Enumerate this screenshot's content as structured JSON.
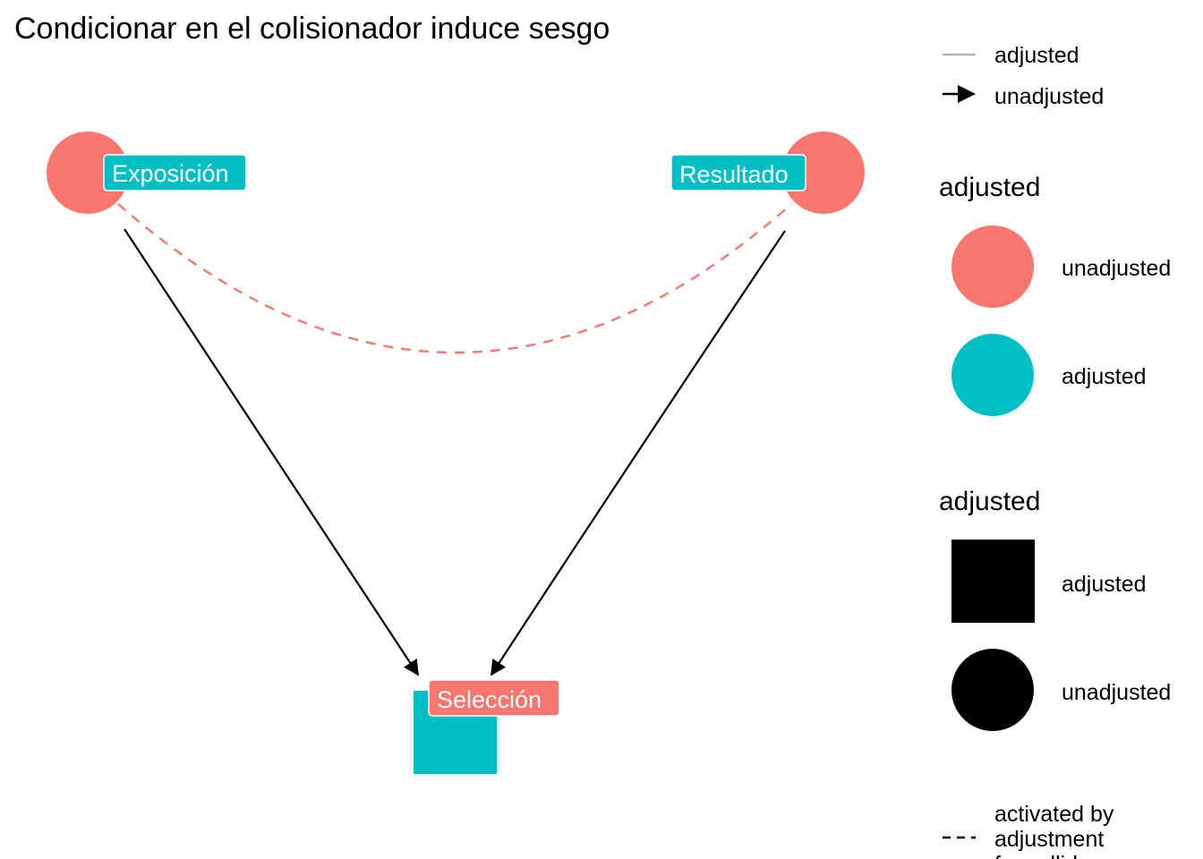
{
  "title": "Condicionar en el colisionador induce sesgo",
  "colors": {
    "unadjusted": "#F8766D",
    "adjusted": "#00BFC4",
    "edge": "#000000",
    "legend_line_adjusted": "#B3B3B3",
    "legend_shape": "#000000"
  },
  "nodes": [
    {
      "id": "exposicion",
      "label": "Exposición",
      "status": "unadjusted",
      "shape": "circle"
    },
    {
      "id": "resultado",
      "label": "Resultado",
      "status": "unadjusted",
      "shape": "circle"
    },
    {
      "id": "seleccion",
      "label": "Selección",
      "status": "adjusted",
      "shape": "square"
    }
  ],
  "edges": [
    {
      "from": "exposicion",
      "to": "seleccion",
      "style": "solid-arrow"
    },
    {
      "from": "resultado",
      "to": "seleccion",
      "style": "solid-arrow"
    },
    {
      "from": "exposicion",
      "to": "resultado",
      "style": "dashed-curve",
      "note": "activated by adjustment for collider"
    }
  ],
  "legend": {
    "edge_type": {
      "items": [
        {
          "label": "adjusted",
          "symbol": "line"
        },
        {
          "label": "unadjusted",
          "symbol": "arrow"
        }
      ]
    },
    "fill": {
      "heading": "adjusted",
      "items": [
        {
          "label": "unadjusted",
          "color": "#F8766D"
        },
        {
          "label": "adjusted",
          "color": "#00BFC4"
        }
      ]
    },
    "shape": {
      "heading": "adjusted",
      "items": [
        {
          "label": "adjusted",
          "symbol": "square"
        },
        {
          "label": "unadjusted",
          "symbol": "circle"
        }
      ]
    },
    "collider": {
      "line1": "activated by",
      "line2": "adjustment",
      "line3": "for collider"
    }
  }
}
